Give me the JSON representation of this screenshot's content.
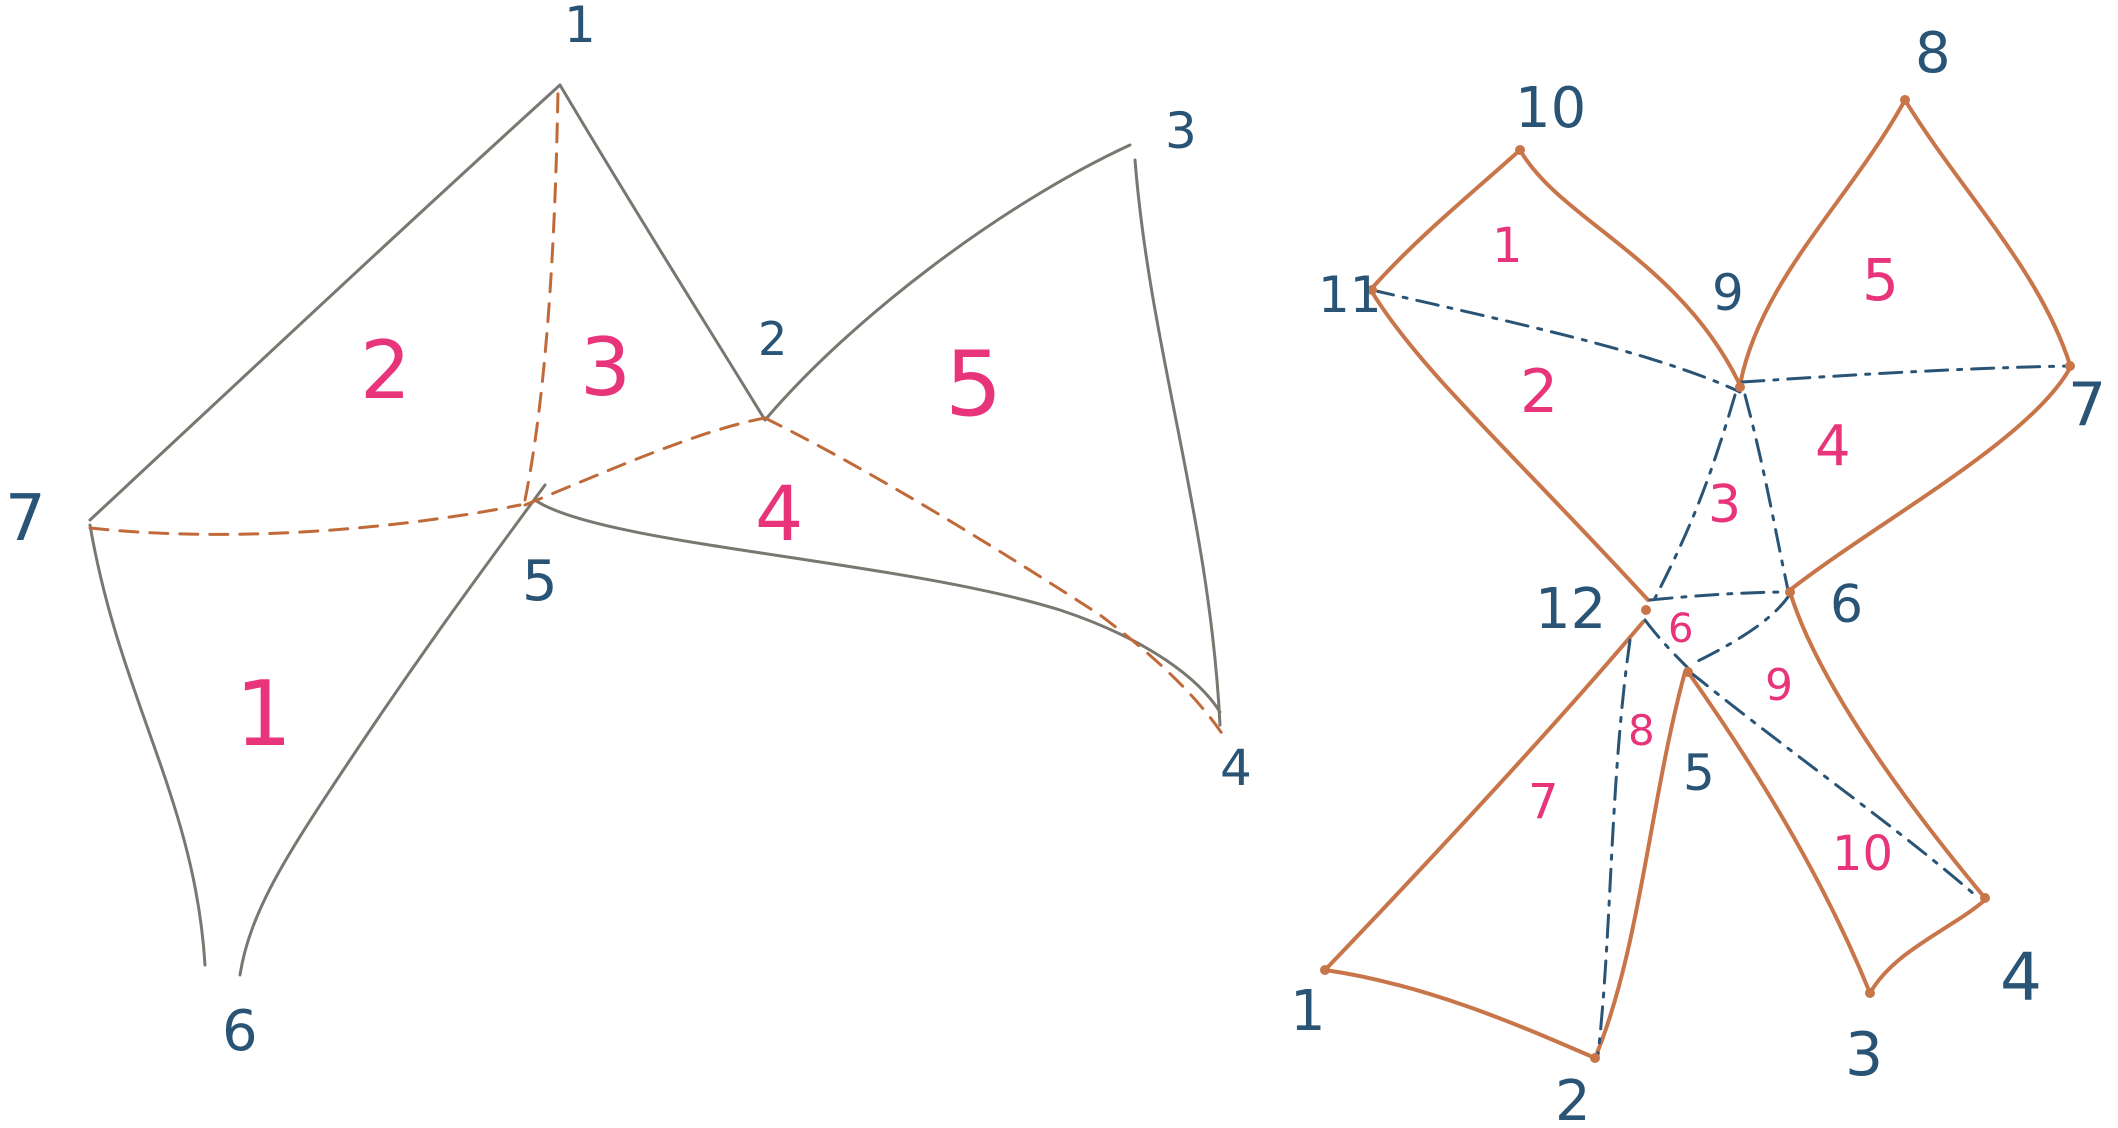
{
  "colors": {
    "vertex_label": "#2a5475",
    "face_label": "#e8347a",
    "left_outline": "#7a7670",
    "left_dashed": "#c06a3a",
    "right_outline": "#c8754a",
    "right_dashed": "#2a5475"
  },
  "left_diagram": {
    "vertices": [
      {
        "id": "1",
        "label": "1"
      },
      {
        "id": "2",
        "label": "2"
      },
      {
        "id": "3",
        "label": "3"
      },
      {
        "id": "4",
        "label": "4"
      },
      {
        "id": "5",
        "label": "5"
      },
      {
        "id": "6",
        "label": "6"
      },
      {
        "id": "7",
        "label": "7"
      }
    ],
    "faces": [
      {
        "id": "1",
        "label": "1"
      },
      {
        "id": "2",
        "label": "2"
      },
      {
        "id": "3",
        "label": "3"
      },
      {
        "id": "4",
        "label": "4"
      },
      {
        "id": "5",
        "label": "5"
      }
    ]
  },
  "right_diagram": {
    "vertices": [
      {
        "id": "1",
        "label": "1"
      },
      {
        "id": "2",
        "label": "2"
      },
      {
        "id": "3",
        "label": "3"
      },
      {
        "id": "4",
        "label": "4"
      },
      {
        "id": "5",
        "label": "5"
      },
      {
        "id": "6",
        "label": "6"
      },
      {
        "id": "7",
        "label": "7"
      },
      {
        "id": "8",
        "label": "8"
      },
      {
        "id": "9",
        "label": "9"
      },
      {
        "id": "10",
        "label": "10"
      },
      {
        "id": "11",
        "label": "11"
      },
      {
        "id": "12",
        "label": "12"
      }
    ],
    "faces": [
      {
        "id": "1",
        "label": "1"
      },
      {
        "id": "2",
        "label": "2"
      },
      {
        "id": "3",
        "label": "3"
      },
      {
        "id": "4",
        "label": "4"
      },
      {
        "id": "5",
        "label": "5"
      },
      {
        "id": "6",
        "label": "6"
      },
      {
        "id": "7",
        "label": "7"
      },
      {
        "id": "8",
        "label": "8"
      },
      {
        "id": "9",
        "label": "9"
      },
      {
        "id": "10",
        "label": "10"
      }
    ]
  }
}
